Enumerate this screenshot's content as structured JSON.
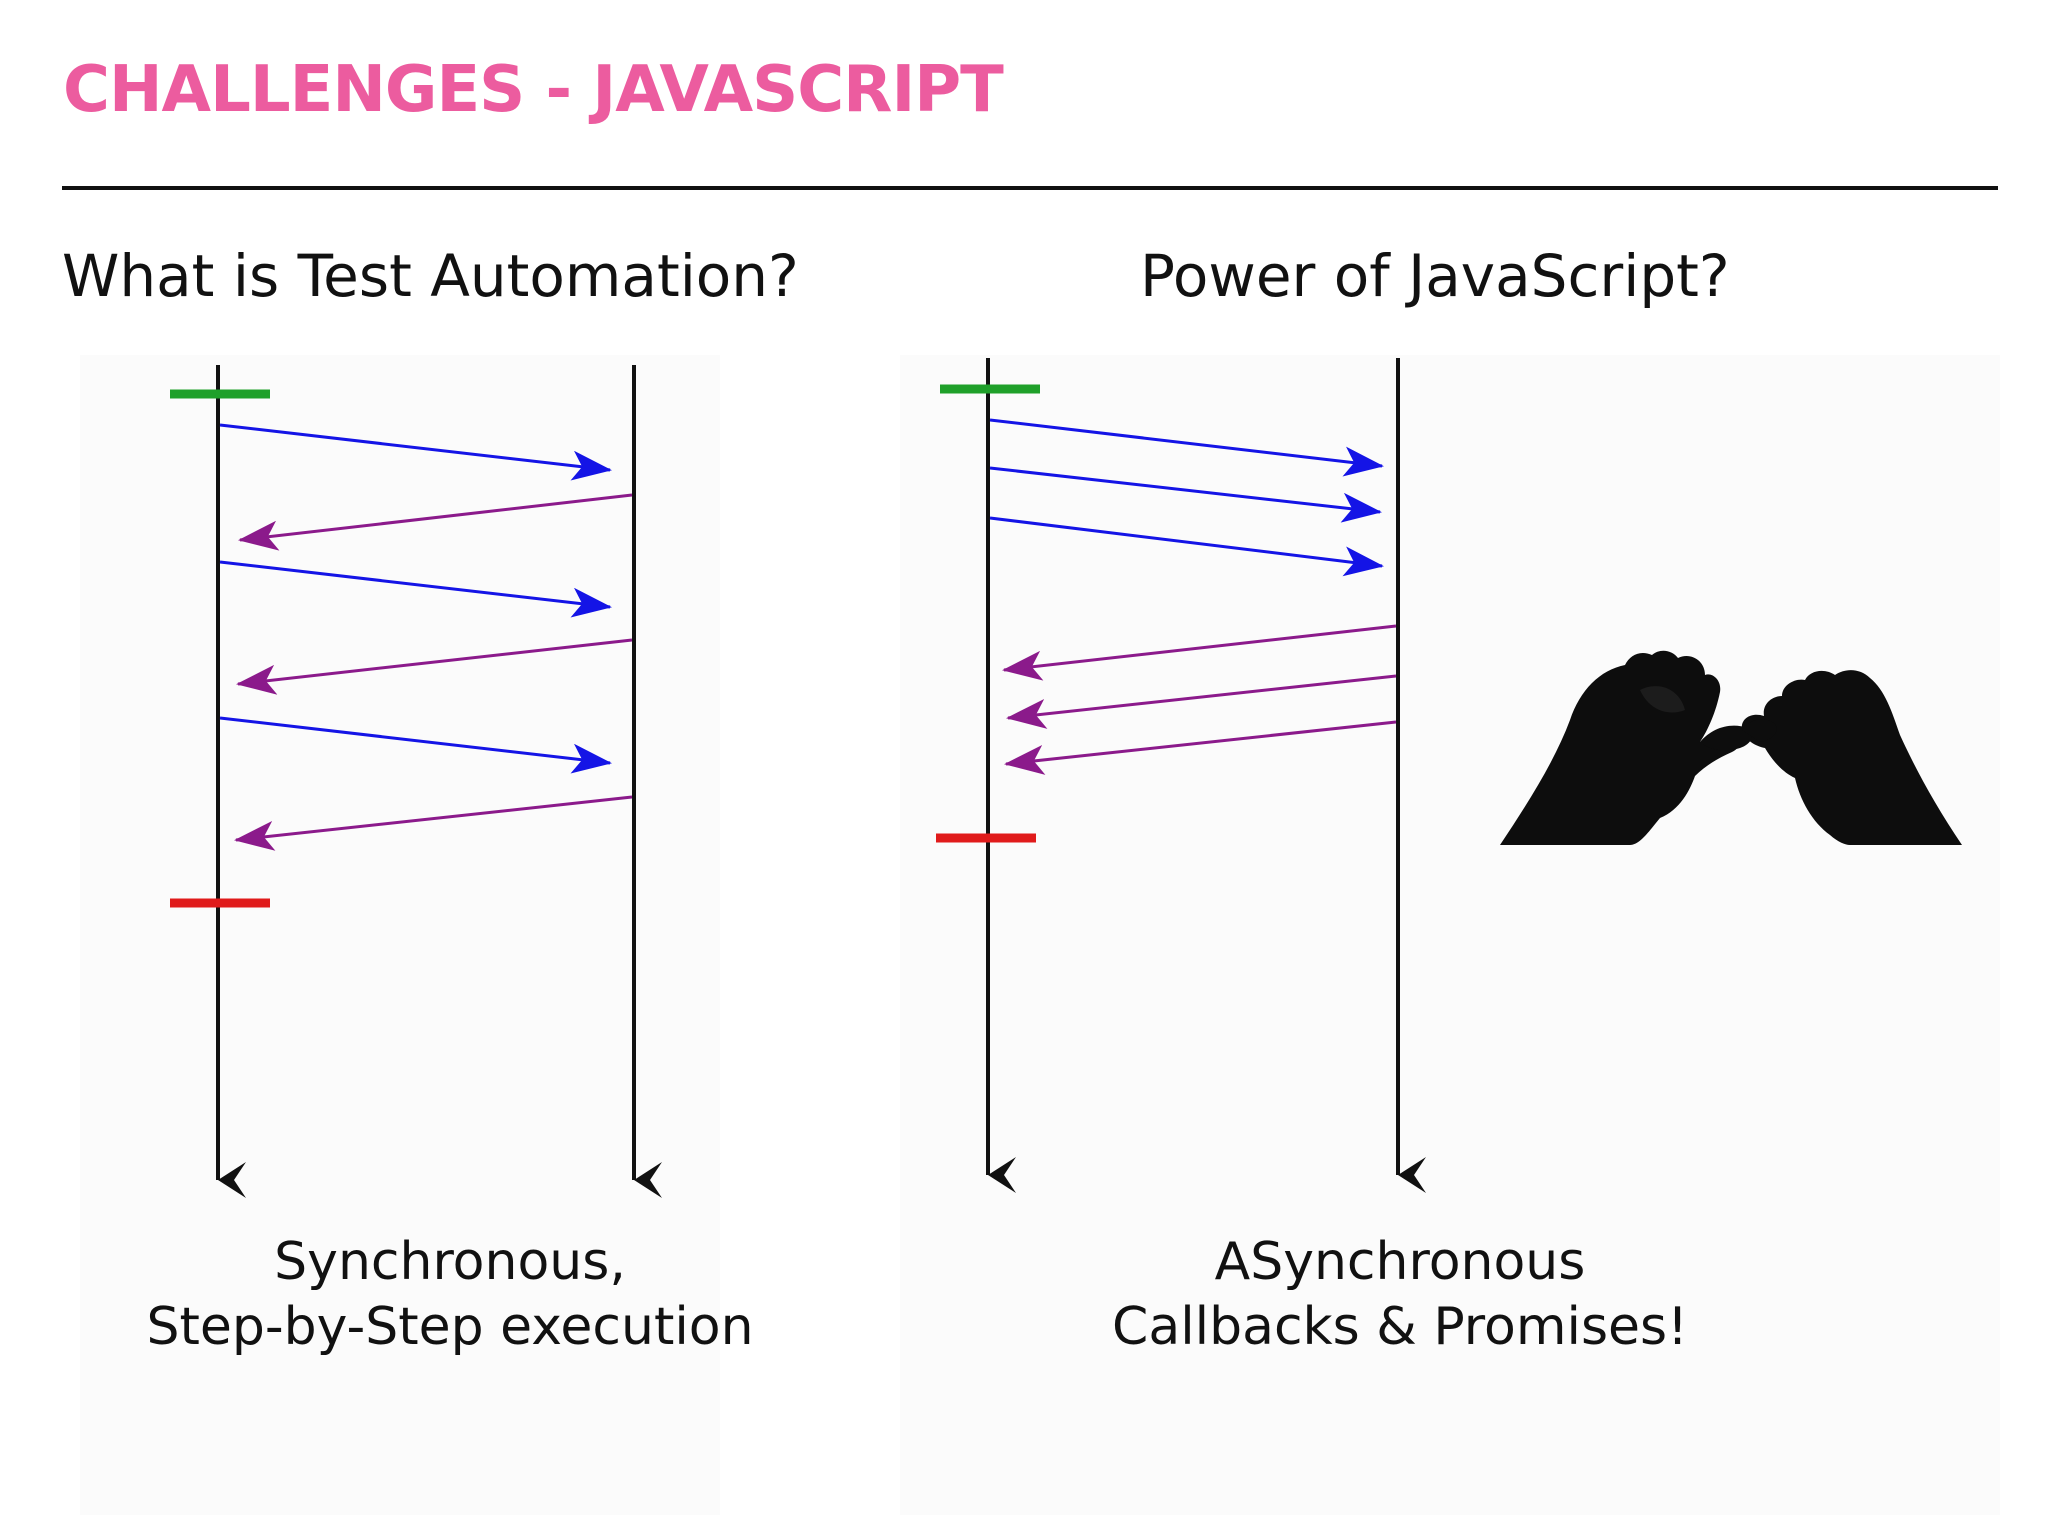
{
  "slide": {
    "title": "CHALLENGES - JAVASCRIPT"
  },
  "left_panel": {
    "heading": "What is Test Automation?",
    "caption_line1": "Synchronous,",
    "caption_line2": "Step-by-Step execution"
  },
  "right_panel": {
    "heading": "Power of JavaScript?",
    "caption_line1": "ASynchronous",
    "caption_line2": "Callbacks & Promises!"
  },
  "colors": {
    "title": "#EC5C9F",
    "request_arrow": "#1414E6",
    "response_arrow": "#8B1A8B",
    "start_marker": "#1FA02A",
    "end_marker": "#E01B1B",
    "timeline": "#111111"
  },
  "icons": {
    "hands": "pinky-promise-hands-icon"
  }
}
